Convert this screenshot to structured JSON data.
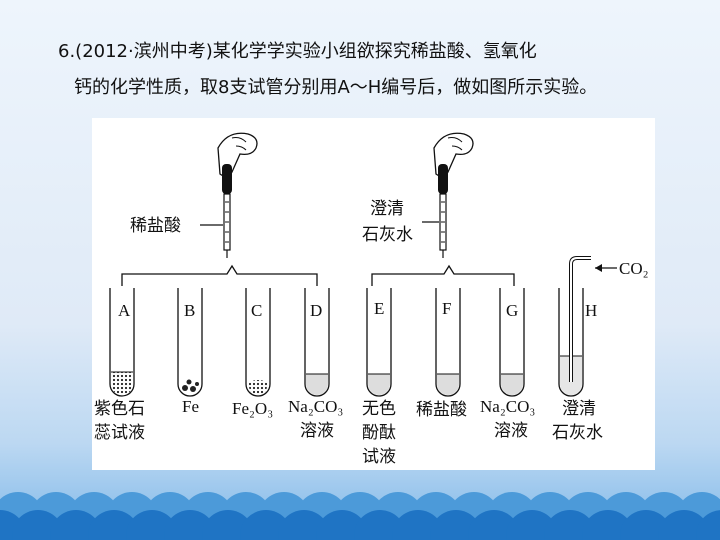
{
  "question": {
    "line1": "6.(2012·滨州中考)某化学学实验小组欲探究稀盐酸、氢氧化",
    "line2": "钙的化学性质，取8支试管分别用A～H编号后，做如图所示实验。"
  },
  "figure": {
    "dropper_left_label": "稀盐酸",
    "dropper_right_label_1": "澄清",
    "dropper_right_label_2": "石灰水",
    "co2_label": "CO₂",
    "tubes": [
      {
        "letter": "A",
        "line1": "紫色石",
        "line2": "蕊试液",
        "line3": ""
      },
      {
        "letter": "B",
        "line1": "Fe",
        "line2": "",
        "line3": ""
      },
      {
        "letter": "C",
        "line1": "Fe₂O₃",
        "line2": "",
        "line3": ""
      },
      {
        "letter": "D",
        "line1": "Na₂CO₃",
        "line2": "溶液",
        "line3": ""
      },
      {
        "letter": "E",
        "line1": "无色",
        "line2": "酚酞",
        "line3": "试液"
      },
      {
        "letter": "F",
        "line1": "稀盐酸",
        "line2": "",
        "line3": ""
      },
      {
        "letter": "G",
        "line1": "Na₂CO₃",
        "line2": "溶液",
        "line3": ""
      },
      {
        "letter": "H",
        "line1": "澄清",
        "line2": "石灰水",
        "line3": ""
      }
    ]
  },
  "colors": {
    "text": "#111111",
    "wave_dark": "#1f74c4",
    "wave_light": "#4c9ad9"
  }
}
